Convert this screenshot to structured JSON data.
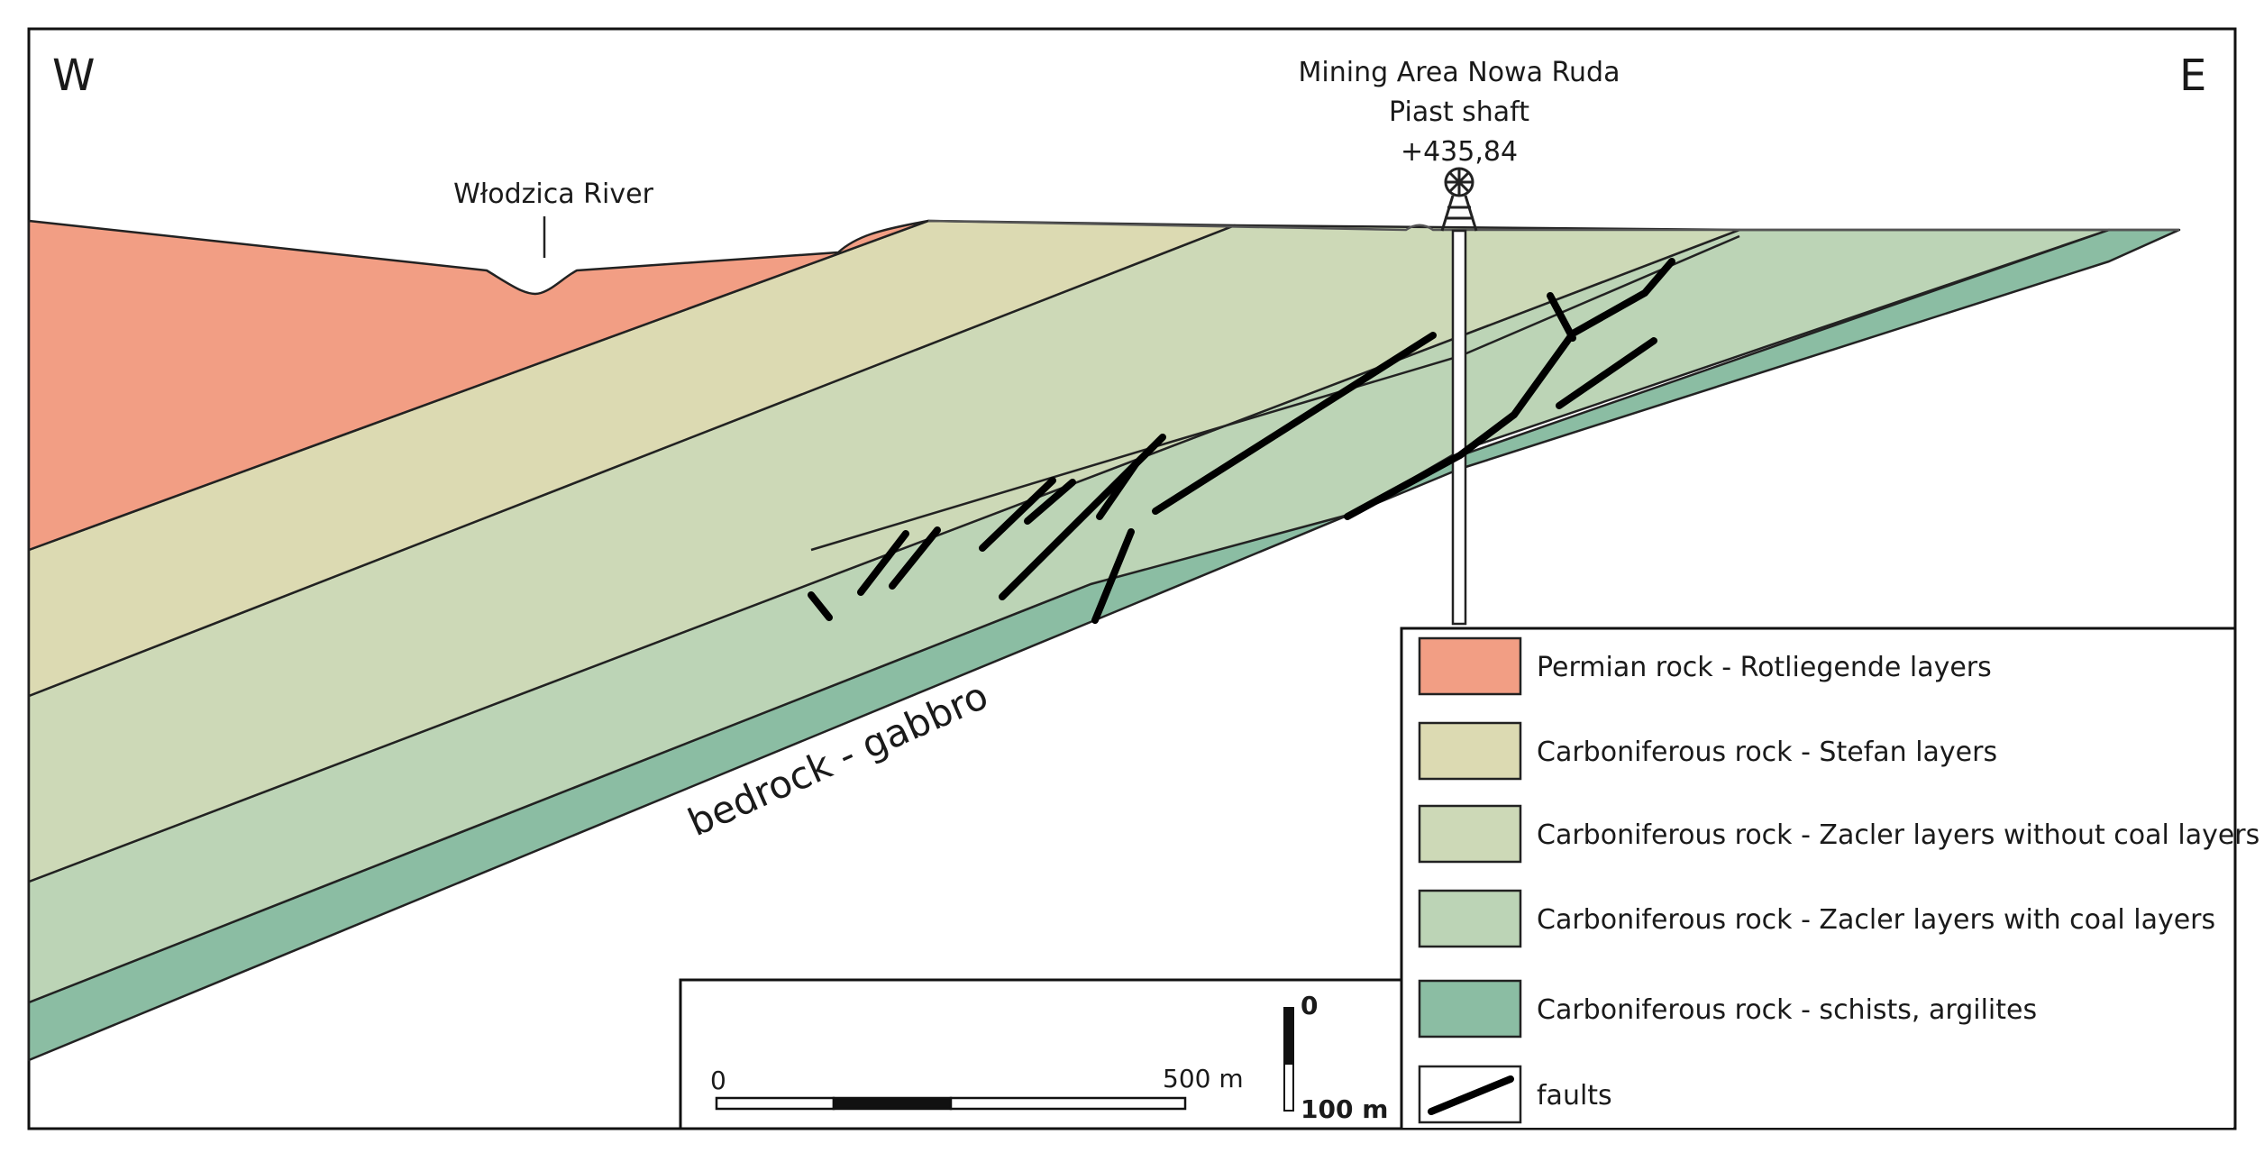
{
  "orientation": {
    "west": "W",
    "east": "E"
  },
  "shaft": {
    "title_line1": "Mining Area Nowa Ruda",
    "title_line2": "Piast shaft",
    "elevation": "+435,84"
  },
  "river": {
    "label": "Włodzica River"
  },
  "bedrock": {
    "label": "bedrock - gabbro"
  },
  "scale": {
    "horizontal_start": "0",
    "horizontal_end": "500 m",
    "vertical_top": "0",
    "vertical_bottom": "100 m"
  },
  "legend": {
    "items": [
      {
        "label": "Permian rock - Rotliegende layers",
        "color": "#f29e84"
      },
      {
        "label": "Carboniferous rock - Stefan layers",
        "color": "#dcdab2"
      },
      {
        "label": "Carboniferous rock - Zacler layers without coal layers",
        "color": "#cdd9b7"
      },
      {
        "label": "Carboniferous rock - Zacler layers with coal layers",
        "color": "#bcd4b6"
      },
      {
        "label": "Carboniferous rock - schists, argilites",
        "color": "#8bbda3"
      },
      {
        "label": "faults",
        "color": "#000000"
      }
    ]
  },
  "colors": {
    "permian": "#f29e84",
    "stefan": "#dcdab2",
    "zacler_without_coal": "#cdd9b7",
    "zacler_with_coal": "#bcd4b6",
    "schists": "#8bbda3",
    "fault": "#000000"
  }
}
